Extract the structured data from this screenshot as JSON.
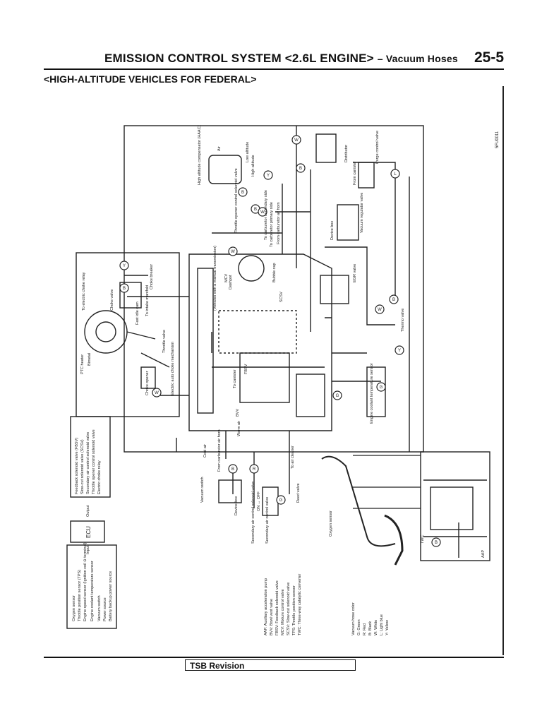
{
  "header": {
    "title": "EMISSION CONTROL SYSTEM <2.6L ENGINE>",
    "subtitle": "– Vacuum Hoses",
    "page_number": "25-5"
  },
  "section_title": "<HIGH-ALTITUDE VEHICLES FOR FEDERAL>",
  "figure_code": "5FU0011",
  "inputs": [
    "Oxygen sensor",
    "Throttle position sensor (TPS)",
    "Engine speed sensor (Ignition coil ⊖ terminal)",
    "Engine coolant temperature sensor",
    "Vacuum switch",
    "Power source",
    "Battery backup power source"
  ],
  "input_label": "Input",
  "ecu_label": "ECU",
  "output_label": "Output",
  "outputs": [
    "Feedback solenoid valve (FBSV)",
    "Slow-cut solenoid valve (SCSV)",
    "Secondary air control solenoid valve",
    "Throttle opener control solenoid valve",
    "Electric choke relay"
  ],
  "abbreviations": [
    "AAP: Auxiliary acceleration pump",
    "BVV: Bowl vent valve",
    "FBSV: Feedback solenoid valve",
    "MCV: Mixture control valve",
    "SCSV: Slow-cut solenoid valve",
    "TPS: Throttle position sensor",
    "TWC: Three-way catalytic converter"
  ],
  "hose_colors_title": "Vacuum hose color",
  "hose_colors": [
    "G: Green",
    "R: Red",
    "B: Black",
    "W: White",
    "L: Light blue",
    "Y: Yellow"
  ],
  "components": {
    "haac": "High altitude compensator (HAAC)",
    "air": "Air",
    "low_alt": "Low altitude",
    "high_alt": "High altitude",
    "distributor": "Distributor",
    "from_canister": "From canister",
    "purge_valve": "Purge control valve",
    "device_box": "Device box",
    "vacuum_reg": "Vacuum regulator valve",
    "egr_valve": "EGR valve",
    "thermo_valve": "Thermo valve",
    "egr_temp": "Engine coolant temperature sensor",
    "throttle_opener": "Throttle opener control solenoid valve",
    "to_secondary": "To carburetor secondary side",
    "to_primary": "To carburetor primary side",
    "from_carb": "From carburetor air horn",
    "bubble_cap": "Bubble cap",
    "dashpot": "Dashpot",
    "ptc": "PTC heater",
    "bimetal": "Bimetal",
    "choke_valve": "Choke valve",
    "fast_idle": "Fast idle cam",
    "choke_breaker": "Choke breaker",
    "to_intake": "To intake manifold",
    "to_elec_choke": "To electric choke relay",
    "choke_opener": "Choke opener",
    "throttle_valve": "Throttle valve",
    "elec_choke": "Electric auto choke mechanism",
    "manual_trans": "(Vehicles with a manual transmission)",
    "mcv": "MCV",
    "scsv": "SCSV",
    "fbsv": "FBSV",
    "bvv": "BVV",
    "to_canister": "To canister",
    "warm_air": "Warm air",
    "cold_air": "Cold air",
    "from_carb_air": "From carburetor air horn",
    "vacuum_switch": "Vacuum switch",
    "device_box_2": "Device box",
    "to_air_cleaner": "To air cleaner",
    "sec_air_valve": "Secondary air control valve",
    "sec_air_solenoid": "Secondary air control solenoid valve",
    "reed_valve": "Reed valve",
    "oxygen_sensor": "Oxygen sensor",
    "twc": "TWC",
    "aap": "AAP",
    "on_off": "ON ↔ OFF"
  },
  "footer": {
    "tsb": "TSB Revision"
  }
}
